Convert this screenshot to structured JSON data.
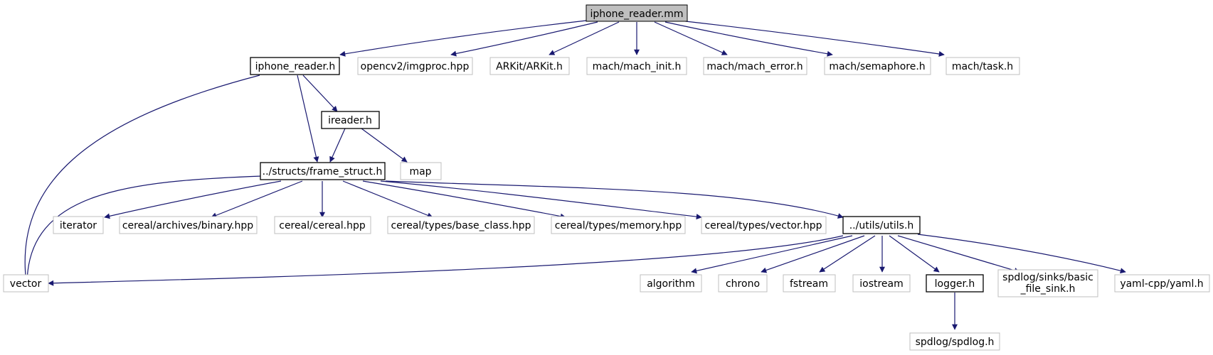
{
  "diagram": {
    "colors": {
      "edge": "#191970",
      "root_fill": "#bfbfbf",
      "documented_border": "#000000",
      "undocumented_border": "#bfbfbf",
      "text": "#000000"
    },
    "nodes": {
      "iphone_reader_mm": "iphone_reader.mm",
      "iphone_reader_h": "iphone_reader.h",
      "opencv2_imgproc": "opencv2/imgproc.hpp",
      "arkit": "ARKit/ARKit.h",
      "mach_init": "mach/mach_init.h",
      "mach_error": "mach/mach_error.h",
      "mach_semaphore": "mach/semaphore.h",
      "mach_task": "mach/task.h",
      "ireader_h": "ireader.h",
      "map": "map",
      "frame_struct": "../structs/frame_struct.h",
      "iterator": "iterator",
      "cereal_binary": "cereal/archives/binary.hpp",
      "cereal_cereal": "cereal/cereal.hpp",
      "cereal_base_class": "cereal/types/base_class.hpp",
      "cereal_memory": "cereal/types/memory.hpp",
      "cereal_vector": "cereal/types/vector.hpp",
      "utils_h": "../utils/utils.h",
      "vector": "vector",
      "algorithm": "algorithm",
      "chrono": "chrono",
      "fstream": "fstream",
      "iostream": "iostream",
      "logger_h": "logger.h",
      "spdlog_sink_line1": "spdlog/sinks/basic",
      "spdlog_sink_line2": "_file_sink.h",
      "yaml": "yaml-cpp/yaml.h",
      "spdlog": "spdlog/spdlog.h"
    }
  }
}
